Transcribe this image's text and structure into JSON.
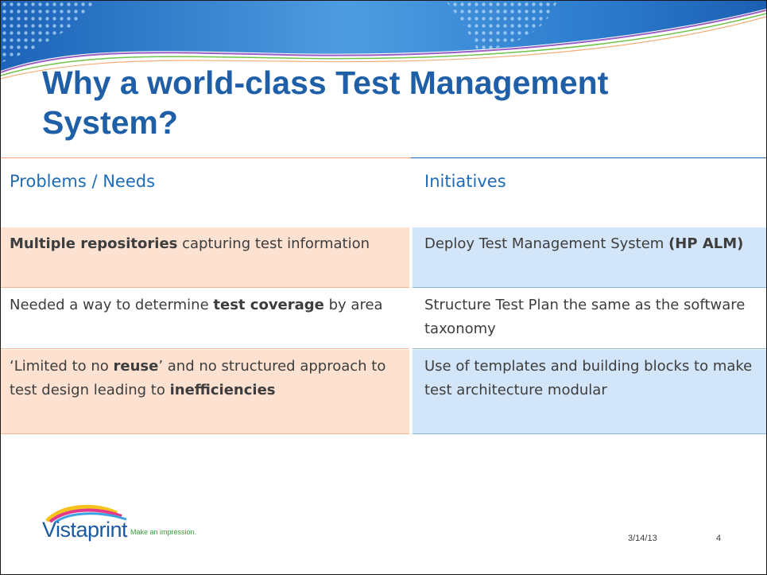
{
  "slide": {
    "title": "Why a world-class Test Management System?",
    "headers": {
      "left": "Problems / Needs",
      "right": "Initiatives"
    },
    "rows": [
      {
        "left": {
          "bold": "Multiple repositories",
          "rest": " capturing test information"
        },
        "right": {
          "text": "Deploy Test Management System ",
          "bold": "(HP ALM)"
        }
      },
      {
        "left": {
          "pre": "Needed a way to determine ",
          "bold": "test coverage",
          "post": " by area"
        },
        "right": {
          "text": "Structure Test Plan the same as the software taxonomy"
        }
      },
      {
        "left": {
          "q1": "‘Limited to no ",
          "bold1": "reuse",
          "mid": "’ and no structured approach to test design leading to ",
          "bold2": "inefficiencies"
        },
        "right": {
          "text": "Use of templates and building blocks to make test architecture modular"
        }
      }
    ],
    "footer": {
      "date": "3/14/13",
      "page": "4"
    },
    "logo": {
      "brand": "Vistaprint",
      "tagline": "Make an impression."
    }
  },
  "colors": {
    "title": "#1f5fa8",
    "header_text": "#1e6cb7",
    "left_fill": "#fde1d1",
    "right_fill": "#d3e5f8",
    "left_rule": "#f0a278",
    "right_rule": "#1e66b4"
  }
}
